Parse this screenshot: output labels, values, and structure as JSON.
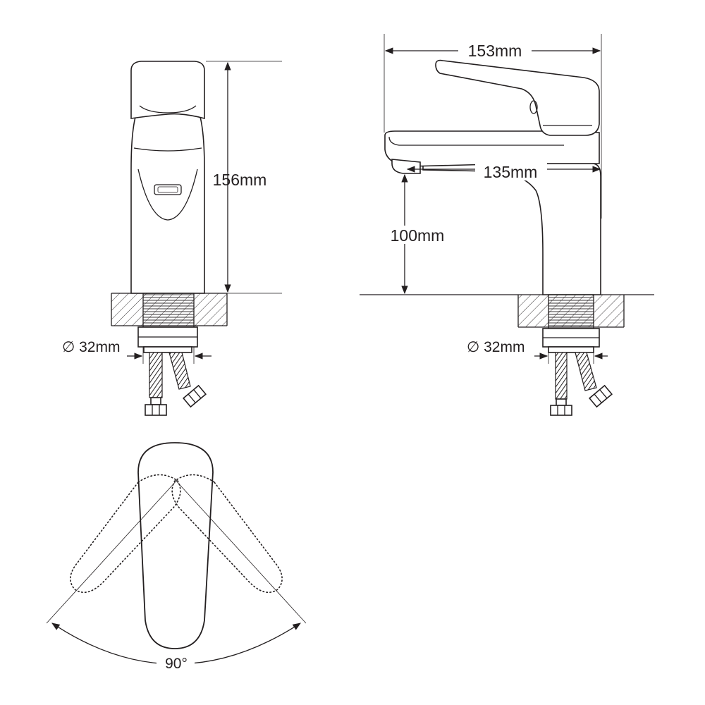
{
  "labels": {
    "front_height": "156mm",
    "side_width": "153mm",
    "spout_reach": "135mm",
    "spout_height": "100mm",
    "front_diameter": "∅ 32mm",
    "side_diameter": "∅ 32mm",
    "rotation_angle": "90°"
  },
  "colors": {
    "line": "#231f20",
    "background": "#ffffff"
  }
}
